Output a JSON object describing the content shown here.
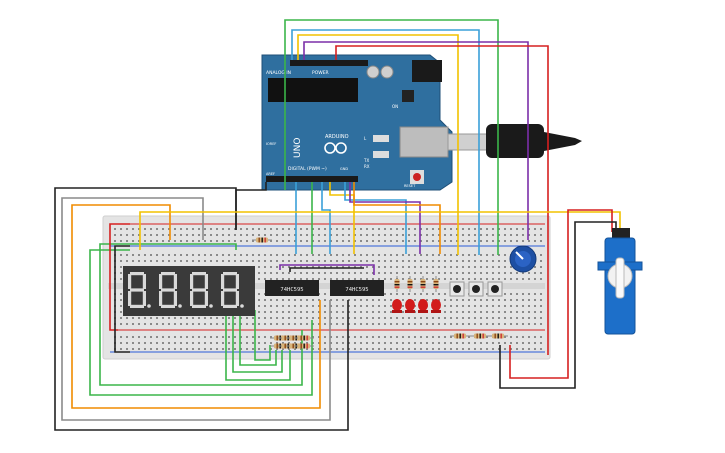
{
  "arduino": {
    "brand": "ARDUINO",
    "model": "UNO",
    "header_power": "POWER",
    "header_analog": "ANALOG IN",
    "header_digital": "DIGITAL (PWM ~)",
    "label_tx": "TX",
    "label_rx": "RX",
    "label_l": "L",
    "label_on": "ON",
    "label_reset": "RESET",
    "label_ioref": "IOREF",
    "label_aref": "AREF",
    "label_gnd": "GND"
  },
  "chips": {
    "left_label": "74HC595",
    "right_label": "74HC595"
  },
  "display": {
    "digits": [
      "8.",
      "8.",
      "8.",
      "8."
    ]
  },
  "colors": {
    "board_blue": "#2f6f9f",
    "breadboard": "#e6e6e6",
    "wire_red": "#d62020",
    "wire_black": "#222222",
    "wire_green": "#3bb54a",
    "wire_yellow": "#f2c200",
    "wire_orange": "#f08c00",
    "wire_purple": "#7b2fa8",
    "wire_blue": "#3aa0d8",
    "wire_gray": "#8a8a8a",
    "led_red": "#d21b1b",
    "servo_blue": "#1d6fc9"
  }
}
